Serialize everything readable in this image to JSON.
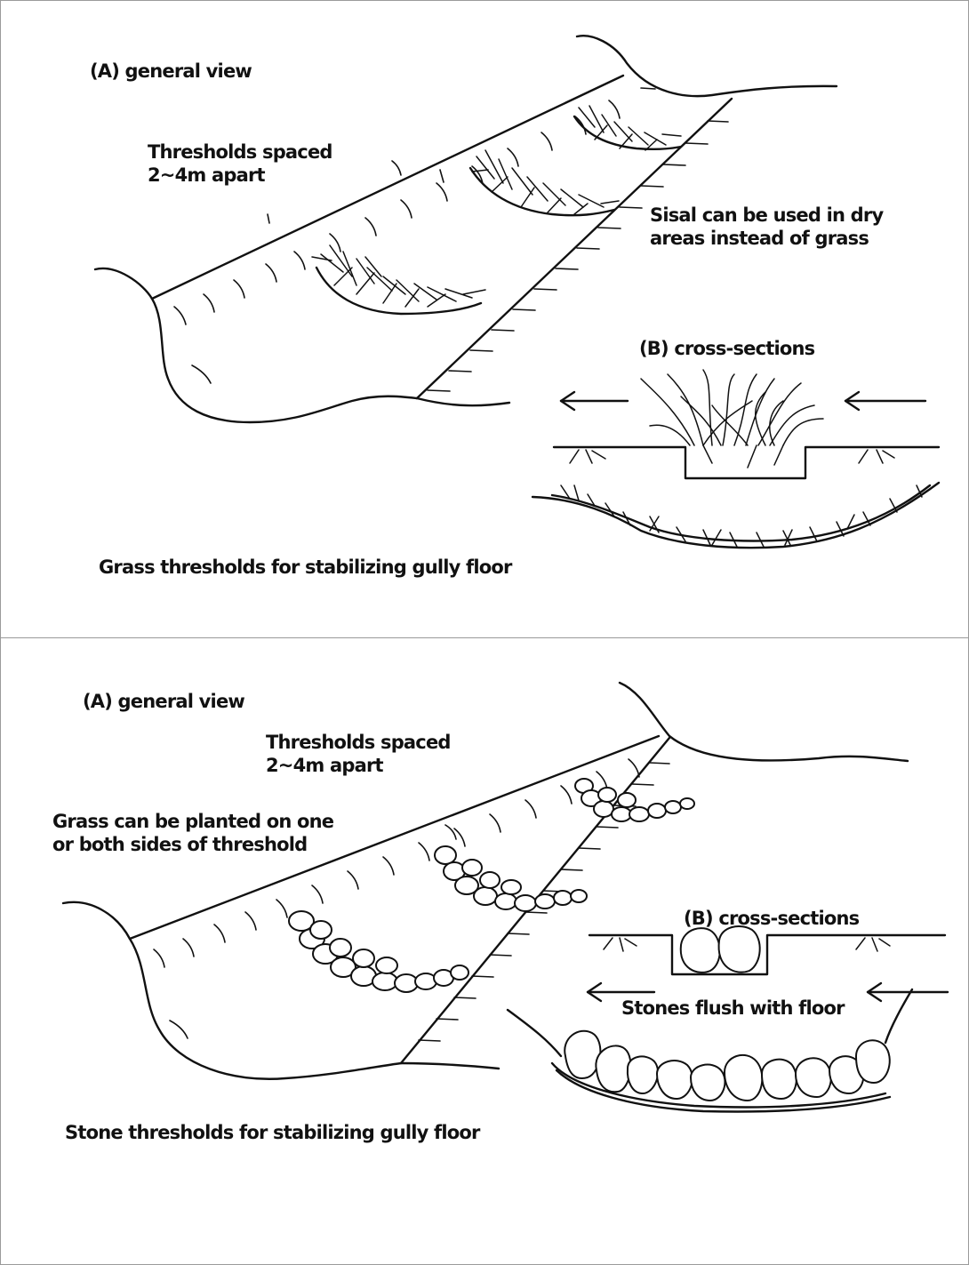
{
  "grass_panel": {
    "view_label": "(A) general view",
    "spacing_label_line1": "Thresholds spaced",
    "spacing_label_line2": "2~4m apart",
    "sisal_note_line1": "Sisal can be used in dry",
    "sisal_note_line2": "areas instead of grass",
    "section_label": "(B) cross-sections",
    "caption": "Grass thresholds for stabilizing gully floor"
  },
  "stone_panel": {
    "view_label": "(A) general view",
    "spacing_label_line1": "Thresholds spaced",
    "spacing_label_line2": "2~4m apart",
    "grass_note_line1": "Grass can be planted on one",
    "grass_note_line2": "or both sides of threshold",
    "section_label": "(B) cross-sections",
    "stones_note": "Stones flush with floor",
    "caption": "Stone thresholds for stabilizing gully floor"
  },
  "colors": {
    "ink": "#111111",
    "frame": "#9a9a9a",
    "background": "#ffffff"
  }
}
